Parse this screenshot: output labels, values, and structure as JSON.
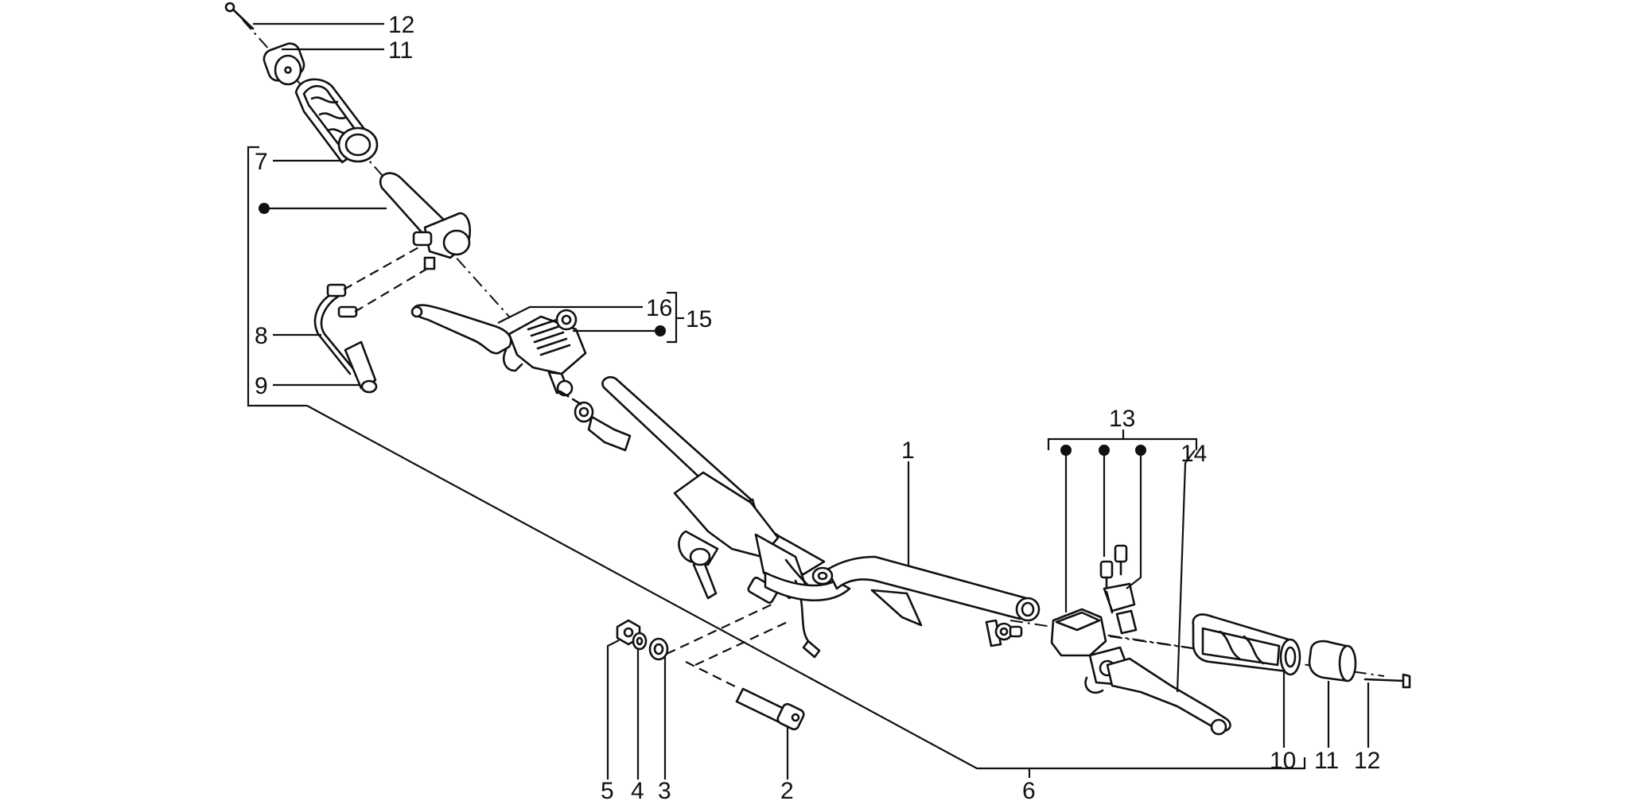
{
  "callouts": [
    {
      "id": "c1",
      "text": "1"
    },
    {
      "id": "c2",
      "text": "2"
    },
    {
      "id": "c3",
      "text": "3"
    },
    {
      "id": "c4",
      "text": "4"
    },
    {
      "id": "c5",
      "text": "5"
    },
    {
      "id": "c6",
      "text": "6"
    },
    {
      "id": "c7",
      "text": "7"
    },
    {
      "id": "c8",
      "text": "8"
    },
    {
      "id": "c9",
      "text": "9"
    },
    {
      "id": "c10",
      "text": "10"
    },
    {
      "id": "c11a",
      "text": "11"
    },
    {
      "id": "c11b",
      "text": "11"
    },
    {
      "id": "c12a",
      "text": "12"
    },
    {
      "id": "c12b",
      "text": "12"
    },
    {
      "id": "c13",
      "text": "13"
    },
    {
      "id": "c14",
      "text": "14"
    },
    {
      "id": "c15",
      "text": "15"
    },
    {
      "id": "c16",
      "text": "16"
    }
  ]
}
